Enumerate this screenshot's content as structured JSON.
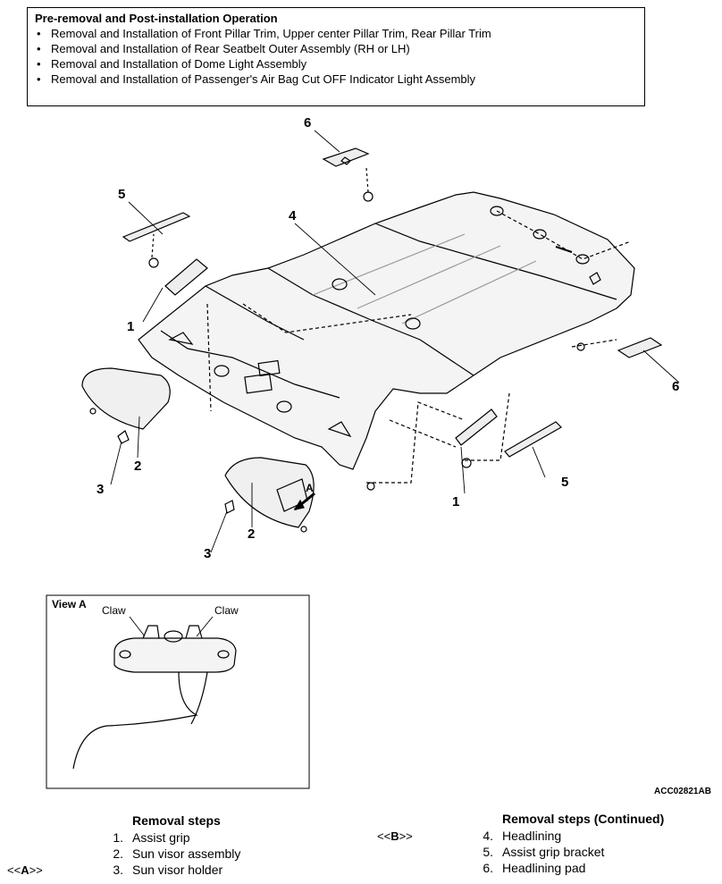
{
  "pre_box": {
    "title": "Pre-removal and Post-installation Operation",
    "items": [
      "Removal and Installation of Front Pillar Trim, Upper center Pillar Trim, Rear Pillar Trim",
      "Removal and Installation of Rear Seatbelt Outer Assembly (RH or LH)",
      "Removal and Installation of Dome Light Assembly",
      "Removal and Installation of Passenger's Air Bag Cut OFF Indicator Light Assembly"
    ]
  },
  "callouts": {
    "n1a": "1",
    "n1b": "1",
    "n2a": "2",
    "n2b": "2",
    "n3a": "3",
    "n3b": "3",
    "n4": "4",
    "n5a": "5",
    "n5b": "5",
    "n6a": "6",
    "n6b": "6",
    "view_arrow": "A"
  },
  "view_a": {
    "title": "View A",
    "claw_left": "Claw",
    "claw_right": "Claw"
  },
  "figure_code": "ACC02821AB",
  "steps_left": {
    "heading": "Removal steps",
    "marker_pre": "<<",
    "marker_letter": "A",
    "marker_post": ">>",
    "items": [
      {
        "num": "1.",
        "label": "Assist grip"
      },
      {
        "num": "2.",
        "label": "Sun visor assembly"
      },
      {
        "num": "3.",
        "label": "Sun visor holder"
      }
    ]
  },
  "steps_right": {
    "heading": "Removal steps (Continued)",
    "marker_pre": "<<",
    "marker_letter": "B",
    "marker_post": ">>",
    "items": [
      {
        "num": "4.",
        "label": "Headlining"
      },
      {
        "num": "5.",
        "label": "Assist grip bracket"
      },
      {
        "num": "6.",
        "label": "Headlining pad"
      }
    ]
  }
}
